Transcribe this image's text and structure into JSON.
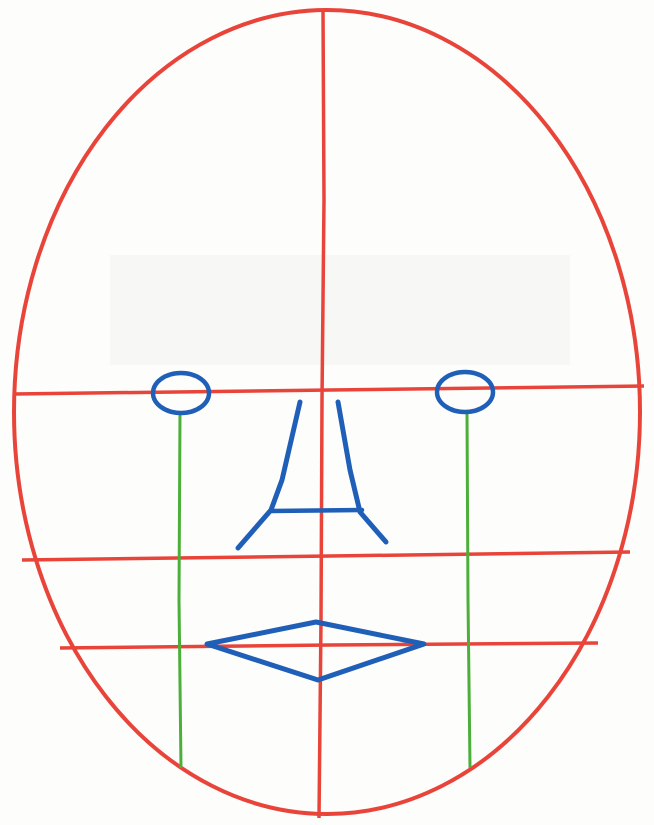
{
  "diagram": {
    "subject": "face-proportion-guide",
    "colors": {
      "guide_lines": "#e8443a",
      "features": "#1f5fb8",
      "eye_alignment_lines": "#4caf3a",
      "paper": "#fdfdfb"
    },
    "elements": [
      {
        "name": "head-outline",
        "kind": "oval"
      },
      {
        "name": "vertical-center-line",
        "kind": "guide"
      },
      {
        "name": "eye-line",
        "kind": "guide"
      },
      {
        "name": "nose-base-line",
        "kind": "guide"
      },
      {
        "name": "mouth-line",
        "kind": "guide"
      },
      {
        "name": "left-eye",
        "kind": "feature"
      },
      {
        "name": "right-eye",
        "kind": "feature"
      },
      {
        "name": "nose",
        "kind": "feature"
      },
      {
        "name": "mouth",
        "kind": "feature"
      },
      {
        "name": "left-eye-drop-line",
        "kind": "alignment"
      },
      {
        "name": "right-eye-drop-line",
        "kind": "alignment"
      }
    ]
  }
}
